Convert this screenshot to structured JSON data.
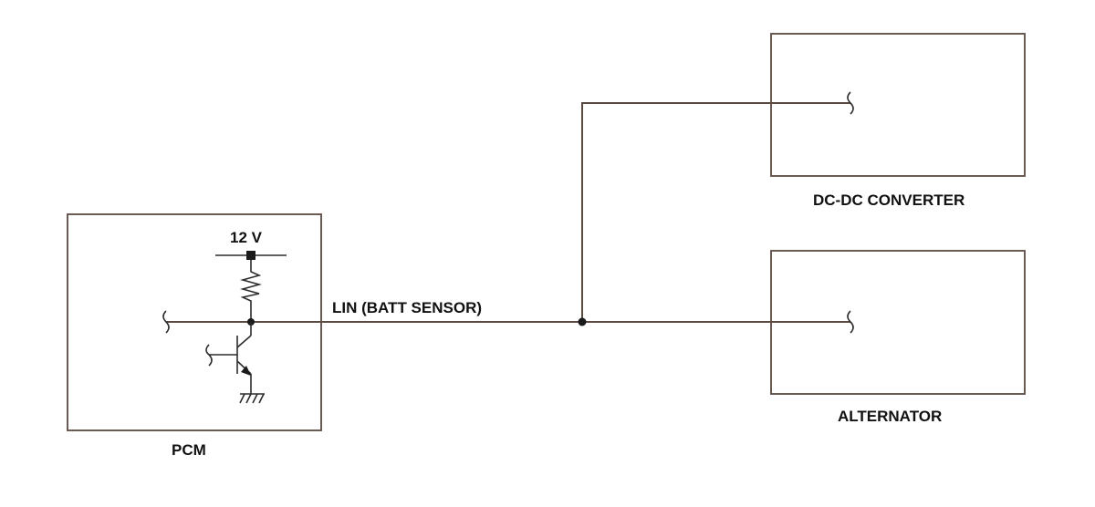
{
  "supply_label": "12 V",
  "bus_label": "LIN (BATT SENSOR)",
  "modules": {
    "pcm": "PCM",
    "dcdc": "DC-DC CONVERTER",
    "alternator": "ALTERNATOR"
  }
}
